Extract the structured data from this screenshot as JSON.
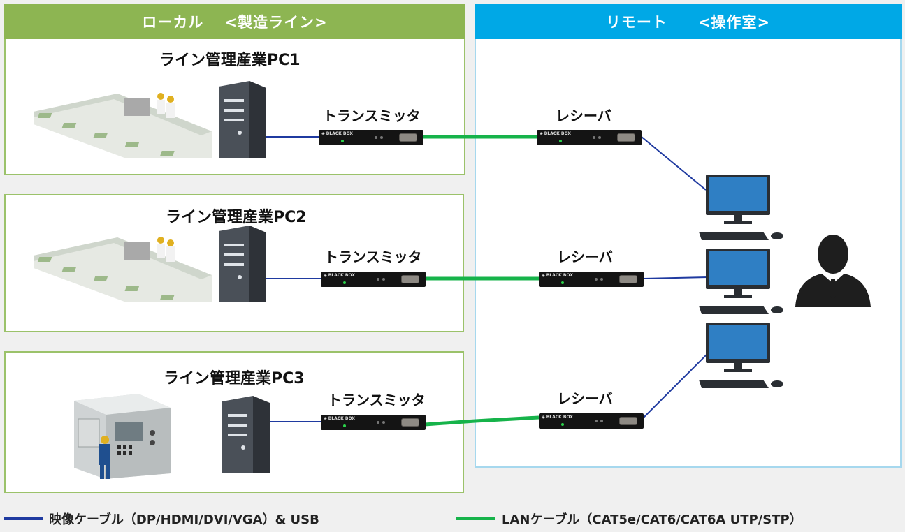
{
  "local": {
    "header": "ローカル　 <製造ライン>"
  },
  "remote": {
    "header": "リモート　　<操作室>"
  },
  "rows": [
    {
      "pc_title": "ライン管理産業PC1",
      "transmitter": "トランスミッタ",
      "receiver": "レシーバ",
      "equipment": "conveyor"
    },
    {
      "pc_title": "ライン管理産業PC2",
      "transmitter": "トランスミッタ",
      "receiver": "レシーバ",
      "equipment": "conveyor"
    },
    {
      "pc_title": "ライン管理産業PC3",
      "transmitter": "トランスミッタ",
      "receiver": "レシーバ",
      "equipment": "machine"
    }
  ],
  "device_brand": "◈ BLACK BOX",
  "legend": {
    "video": "映像ケーブル（DP/HDMI/DVI/VGA）& USB",
    "lan": "LANケーブル（CAT5e/CAT6/CAT6A UTP/STP）"
  },
  "colors": {
    "local_header": "#8db552",
    "remote_header": "#00a8e6",
    "video_cable": "#1f3aa0",
    "lan_cable": "#16b34a"
  }
}
